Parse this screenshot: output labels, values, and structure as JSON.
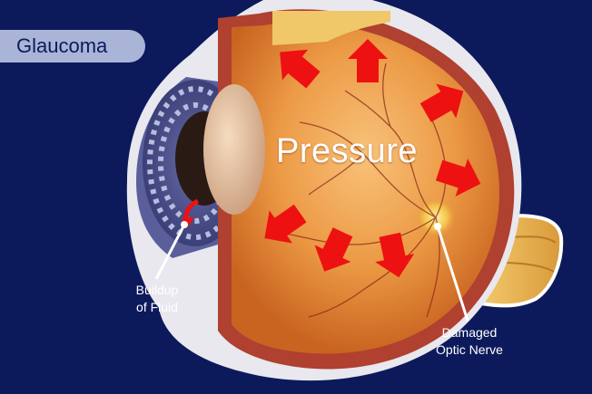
{
  "title": "Glaucoma",
  "center_label": "Pressure",
  "labels": {
    "fluid": [
      "Buildup",
      "of Fluid"
    ],
    "nerve": [
      "Damaged",
      "Optic Nerve"
    ]
  },
  "colors": {
    "background": "#0c1a5c",
    "title_pill": "#a9b4d6",
    "arrow": "#ee1111",
    "eyeball": "#e79640",
    "optic_nerve": "#f0c060"
  }
}
